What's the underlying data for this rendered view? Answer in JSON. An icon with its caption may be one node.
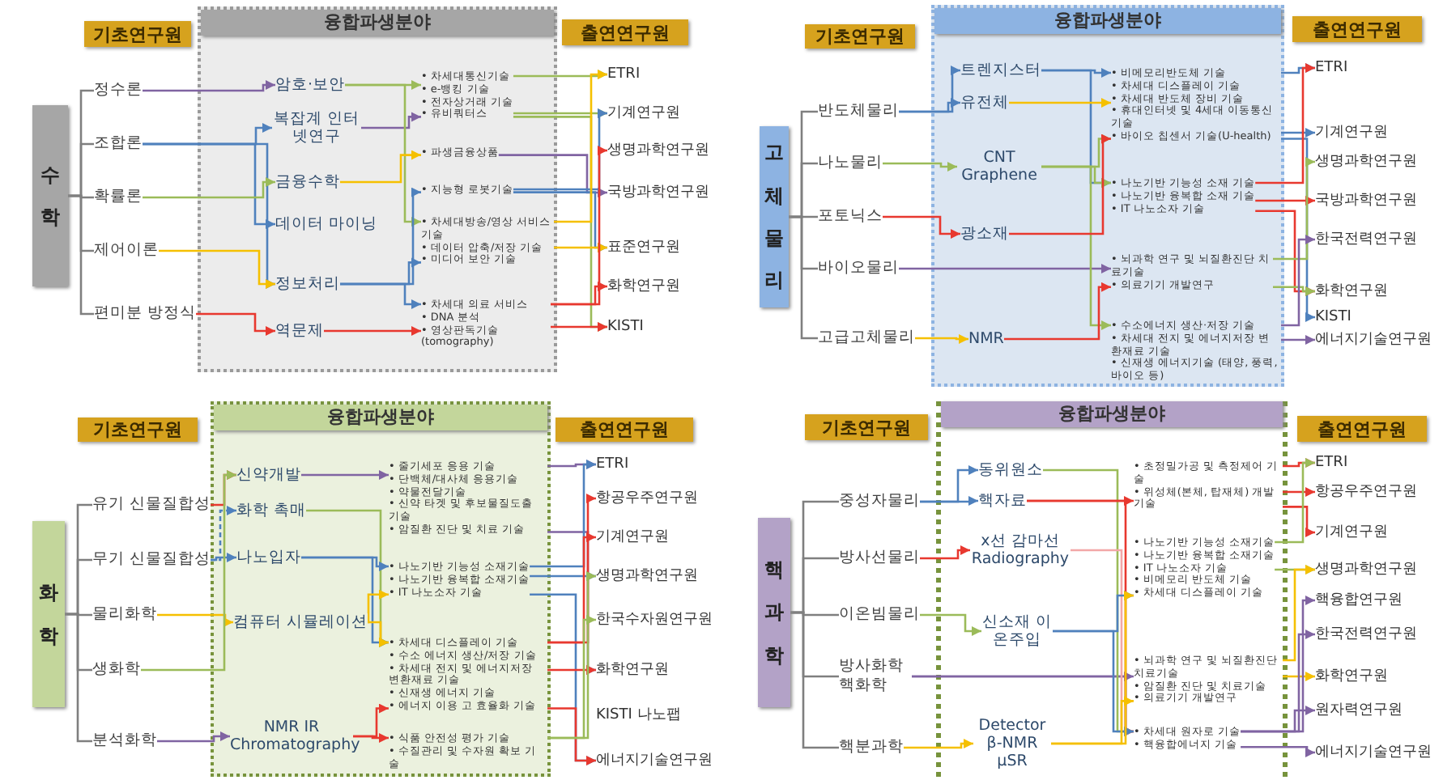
{
  "diagram": {
    "nodes": [
      {
        "text": [
          "기초연구원"
        ]
      },
      {
        "text": [
          "융합파생분야"
        ]
      },
      {
        "text": [
          "출연연구원"
        ]
      },
      {
        "text": [
          "수학"
        ]
      },
      {
        "text": [
          "정수론"
        ]
      },
      {
        "text": [
          "조합론"
        ]
      },
      {
        "text": [
          "확률론"
        ]
      },
      {
        "text": [
          "제어이론"
        ]
      },
      {
        "text": [
          "편미분 방정식"
        ]
      },
      {
        "text": [
          "암호·보안"
        ],
        "in": 1
      },
      {
        "text": [
          "복잡계 인터넷연구"
        ],
        "in": 1
      },
      {
        "text": [
          "금융수학"
        ],
        "in": 1
      },
      {
        "text": [
          "데이터 마이닝"
        ],
        "in": 1
      },
      {
        "text": [
          "정보처리"
        ],
        "in": 1
      },
      {
        "text": [
          "역문제"
        ],
        "in": 1
      },
      {
        "text": [
          "• 차세대통신기술",
          "• e-뱅킹 기술",
          "• 전자상거래 기술",
          "• 유비쿼터스"
        ],
        "in": 1
      },
      {
        "text": [
          "• 파생금융상품"
        ],
        "in": 1
      },
      {
        "text": [
          "• 지능형 로봇기술"
        ],
        "in": 1
      },
      {
        "text": [
          "• 차세대방송/영상 서비스 기술",
          "• 데이터 압축/저장 기술",
          "• 미디어 보안 기술"
        ],
        "in": 1
      },
      {
        "text": [
          "• 차세대 의료 서비스",
          "• DNA 분석",
          "• 영상판독기술 (tomography)"
        ],
        "in": 1
      },
      {
        "text": [
          "ETRI"
        ]
      },
      {
        "text": [
          "기계연구원"
        ]
      },
      {
        "text": [
          "생명과학연구원"
        ]
      },
      {
        "text": [
          "국방과학연구원"
        ]
      },
      {
        "text": [
          "표준연구원"
        ]
      },
      {
        "text": [
          "화학연구원"
        ]
      },
      {
        "text": [
          "KISTI"
        ]
      },
      {
        "text": [
          "기초연구원"
        ]
      },
      {
        "text": [
          "융합파생분야"
        ]
      },
      {
        "text": [
          "출연연구원"
        ]
      },
      {
        "text": [
          "고체물리"
        ]
      },
      {
        "text": [
          "반도체물리"
        ]
      },
      {
        "text": [
          "나노물리"
        ]
      },
      {
        "text": [
          "포토닉스"
        ]
      },
      {
        "text": [
          "바이오물리"
        ]
      },
      {
        "text": [
          "고급고체물리"
        ]
      },
      {
        "text": [
          "트렌지스터"
        ],
        "in": 28
      },
      {
        "text": [
          "유전체"
        ],
        "in": 28
      },
      {
        "text": [
          "CNT Graphene"
        ],
        "in": 28
      },
      {
        "text": [
          "광소재"
        ],
        "in": 28
      },
      {
        "text": [
          "NMR"
        ],
        "in": 28
      },
      {
        "text": [
          "• 비메모리반도체 기술",
          "• 차세대 디스플레이 기술",
          "• 차세대 반도체 장비 기술",
          "• 휴대인터넷 및 4세대 이동통신 기술",
          "• 바이오 칩센서 기술(U-health)"
        ],
        "in": 28
      },
      {
        "text": [
          "• 나노기반 기능성 소재 기술",
          "• 나노기반 융복합 소재 기술",
          "• IT 나노소자 기술"
        ],
        "in": 28
      },
      {
        "text": [
          "• 뇌과학 연구 및 뇌질환진단 치료기술",
          "• 의료기기 개발연구"
        ],
        "in": 28
      },
      {
        "text": [
          "• 수소에너지 생산·저장 기술",
          "• 차세대 전지 및 에너지저장 변환재료 기술",
          "• 신재생 에너지기술 (태양, 풍력, 바이오 등)"
        ],
        "in": 28
      },
      {
        "text": [
          "ETRI"
        ]
      },
      {
        "text": [
          "기계연구원"
        ]
      },
      {
        "text": [
          "생명과학연구원"
        ]
      },
      {
        "text": [
          "국방과학연구원"
        ]
      },
      {
        "text": [
          "한국전력연구원"
        ]
      },
      {
        "text": [
          "화학연구원"
        ]
      },
      {
        "text": [
          "KISTI"
        ]
      },
      {
        "text": [
          "에너지기술연구원"
        ]
      },
      {
        "text": [
          "기초연구원"
        ]
      },
      {
        "text": [
          "융합파생분야"
        ]
      },
      {
        "text": [
          "출연연구원"
        ]
      },
      {
        "text": [
          "화학"
        ]
      },
      {
        "text": [
          "유기 신물질합성"
        ]
      },
      {
        "text": [
          "무기 신물질합성"
        ]
      },
      {
        "text": [
          "물리화학"
        ]
      },
      {
        "text": [
          "생화학"
        ]
      },
      {
        "text": [
          "분석화학"
        ]
      },
      {
        "text": [
          "신약개발"
        ],
        "in": 54
      },
      {
        "text": [
          "화학 촉매"
        ],
        "in": 54
      },
      {
        "text": [
          "나노입자"
        ],
        "in": 54
      },
      {
        "text": [
          "컴퓨터 시뮬레이션"
        ],
        "in": 54
      },
      {
        "text": [
          "NMR IR Chromatography"
        ],
        "in": 54
      },
      {
        "text": [
          "• 줄기세포 응용 기술",
          "• 단백체/대사체 응용기술",
          "• 약물전달기술",
          "• 신약 타겟 및 후보물질도출 기술",
          "• 암질환 진단 및 치료 기술"
        ],
        "in": 54
      },
      {
        "text": [
          "• 나노기반 기능성 소재기술",
          "• 나노기반 융복합 소재기술",
          "• IT 나노소자 기술"
        ],
        "in": 54
      },
      {
        "text": [
          "• 차세대 디스플레이 기술",
          "• 수소 에너지 생산/저장 기술",
          "• 차세대 전지 및 에너지저장 변환재료 기술",
          "• 신재생 에너지 기술",
          "• 에너지 이용 고 효율화 기술"
        ],
        "in": 54
      },
      {
        "text": [
          "• 식품 안전성 평가 기술",
          "• 수질관리 및 수자원 확보 기술"
        ],
        "in": 54
      },
      {
        "text": [
          "ETRI"
        ]
      },
      {
        "text": [
          "항공우주연구원"
        ]
      },
      {
        "text": [
          "기계연구원"
        ]
      },
      {
        "text": [
          "생명과학연구원"
        ]
      },
      {
        "text": [
          "한국수자원연구원"
        ]
      },
      {
        "text": [
          "화학연구원"
        ]
      },
      {
        "text": [
          "KISTI 나노팹"
        ]
      },
      {
        "text": [
          "에너지기술연구원"
        ]
      },
      {
        "text": [
          "기초연구원"
        ]
      },
      {
        "text": [
          "융합파생분야"
        ]
      },
      {
        "text": [
          "출연연구원"
        ]
      },
      {
        "text": [
          "핵과학"
        ]
      },
      {
        "text": [
          "중성자물리"
        ]
      },
      {
        "text": [
          "방사선물리"
        ]
      },
      {
        "text": [
          "이온빔물리"
        ]
      },
      {
        "text": [
          "방사화학 핵화학"
        ]
      },
      {
        "text": [
          "핵분과학"
        ]
      },
      {
        "text": [
          "동위원소"
        ],
        "in": 80
      },
      {
        "text": [
          "핵자료"
        ],
        "in": 80
      },
      {
        "text": [
          "x선 감마선 Radiography"
        ],
        "in": 80
      },
      {
        "text": [
          "신소재 이온주입"
        ],
        "in": 80
      },
      {
        "text": [
          "Detector β-NMR μSR"
        ],
        "in": 80
      },
      {
        "text": [
          "• 초정밀가공 및 측정제어 기술",
          "• 위성체(본체, 탑재체) 개발기술"
        ],
        "in": 80
      },
      {
        "text": [
          "• 나노기반 기능성 소재기술",
          "• 나노기반 융복합 소재기술",
          "• IT 나노소자 기술",
          "• 비메모리 반도체 기술",
          "• 차세대 디스플레이 기술"
        ],
        "in": 80
      },
      {
        "text": [
          "• 뇌과학 연구 및 뇌질환진단 치료기술",
          "• 암질환 진단 및 치료기술",
          "• 의료기기 개발연구"
        ],
        "in": 80
      },
      {
        "text": [
          "• 차세대 원자로 기술",
          "• 핵융합에너지 기술"
        ],
        "in": 80
      },
      {
        "text": [
          "ETRI"
        ]
      },
      {
        "text": [
          "항공우주연구원"
        ]
      },
      {
        "text": [
          "기계연구원"
        ]
      },
      {
        "text": [
          "생명과학연구원"
        ]
      },
      {
        "text": [
          "핵융합연구원"
        ]
      },
      {
        "text": [
          "한국전력연구원"
        ]
      },
      {
        "text": [
          "화학연구원"
        ]
      },
      {
        "text": [
          "원자력연구원"
        ]
      },
      {
        "text": [
          "에너지기술연구원"
        ]
      }
    ],
    "edges": [
      {
        "from": 3,
        "to": 4,
        "arrow": "none"
      },
      {
        "from": 3,
        "to": 5,
        "arrow": "none"
      },
      {
        "from": 3,
        "to": 6,
        "arrow": "none"
      },
      {
        "from": 3,
        "to": 7,
        "arrow": "none"
      },
      {
        "from": 3,
        "to": 8,
        "arrow": "none"
      },
      {
        "from": 4,
        "to": 9,
        "arrow": "to",
        "color": "#8064a2"
      },
      {
        "from": 5,
        "to": 10,
        "arrow": "to",
        "color": "#4f81bd"
      },
      {
        "from": 5,
        "to": 12,
        "arrow": "to",
        "color": "#4f81bd"
      },
      {
        "from": 5,
        "to": 13,
        "arrow": "to",
        "color": "#4f81bd"
      },
      {
        "from": 6,
        "to": 11,
        "arrow": "to",
        "color": "#9bbb59"
      },
      {
        "from": 7,
        "to": 13,
        "arrow": "to",
        "color": "#f5c000"
      },
      {
        "from": 8,
        "to": 14,
        "arrow": "to",
        "color": "#e8382f"
      },
      {
        "from": 9,
        "to": 15,
        "arrow": "to",
        "color": "#9bbb59"
      },
      {
        "from": 10,
        "to": 15,
        "arrow": "to",
        "color": "#8064a2"
      },
      {
        "from": 9,
        "to": 18,
        "arrow": "to",
        "color": "#9bbb59"
      },
      {
        "from": 11,
        "to": 16,
        "arrow": "to",
        "color": "#f5c000"
      },
      {
        "from": 13,
        "to": 17,
        "arrow": "to",
        "color": "#4f81bd"
      },
      {
        "from": 13,
        "to": 18,
        "arrow": "to",
        "color": "#4f81bd"
      },
      {
        "from": 13,
        "to": 19,
        "arrow": "to",
        "color": "#4f81bd"
      },
      {
        "from": 14,
        "to": 19,
        "arrow": "to",
        "color": "#e8382f"
      },
      {
        "from": 15,
        "to": 20,
        "arrow": "to",
        "color": "#9bbb59"
      },
      {
        "from": 15,
        "to": 21,
        "arrow": "to",
        "color": "#9bbb59"
      },
      {
        "from": 15,
        "to": 26,
        "arrow": "to",
        "color": "#9bbb59"
      },
      {
        "from": 16,
        "to": 23,
        "arrow": "to",
        "color": "#8064a2"
      },
      {
        "from": 17,
        "to": 21,
        "arrow": "to",
        "color": "#4f81bd"
      },
      {
        "from": 17,
        "to": 24,
        "arrow": "to",
        "color": "#4f81bd"
      },
      {
        "from": 18,
        "to": 20,
        "arrow": "to",
        "color": "#f5c000"
      },
      {
        "from": 18,
        "to": 24,
        "arrow": "to",
        "color": "#f5c000"
      },
      {
        "from": 19,
        "to": 22,
        "arrow": "to",
        "color": "#e8382f"
      },
      {
        "from": 19,
        "to": 25,
        "arrow": "to",
        "color": "#e8382f"
      },
      {
        "from": 19,
        "to": 26,
        "arrow": "to",
        "color": "#e8382f"
      },
      {
        "from": 30,
        "to": 31,
        "arrow": "none"
      },
      {
        "from": 30,
        "to": 32,
        "arrow": "none"
      },
      {
        "from": 30,
        "to": 33,
        "arrow": "none"
      },
      {
        "from": 30,
        "to": 34,
        "arrow": "none"
      },
      {
        "from": 30,
        "to": 35,
        "arrow": "none"
      },
      {
        "from": 31,
        "to": 36,
        "arrow": "to",
        "color": "#4f81bd"
      },
      {
        "from": 31,
        "to": 37,
        "arrow": "to",
        "color": "#4f81bd"
      },
      {
        "from": 32,
        "to": 38,
        "arrow": "to",
        "color": "#9bbb59"
      },
      {
        "from": 33,
        "to": 39,
        "arrow": "to",
        "color": "#e8382f"
      },
      {
        "from": 34,
        "to": 43,
        "arrow": "to",
        "color": "#8064a2"
      },
      {
        "from": 35,
        "to": 40,
        "arrow": "to",
        "color": "#f5c000"
      },
      {
        "from": 36,
        "to": 41,
        "arrow": "to",
        "color": "#4f81bd"
      },
      {
        "from": 36,
        "to": 42,
        "arrow": "to",
        "color": "#4f81bd"
      },
      {
        "from": 37,
        "to": 41,
        "arrow": "to",
        "color": "#f5c000"
      },
      {
        "from": 38,
        "to": 41,
        "arrow": "to",
        "color": "#9bbb59"
      },
      {
        "from": 38,
        "to": 42,
        "arrow": "to",
        "color": "#9bbb59"
      },
      {
        "from": 38,
        "to": 44,
        "arrow": "to",
        "color": "#9bbb59"
      },
      {
        "from": 39,
        "to": 41,
        "arrow": "to",
        "color": "#e8382f"
      },
      {
        "from": 40,
        "to": 43,
        "arrow": "to",
        "color": "#e8382f"
      },
      {
        "from": 41,
        "to": 45,
        "arrow": "to",
        "color": "#4f81bd"
      },
      {
        "from": 41,
        "to": 46,
        "arrow": "to",
        "color": "#4f81bd"
      },
      {
        "from": 41,
        "to": 51,
        "arrow": "to",
        "color": "#4f81bd"
      },
      {
        "from": 42,
        "to": 45,
        "arrow": "to",
        "color": "#e8382f"
      },
      {
        "from": 42,
        "to": 48,
        "arrow": "to",
        "color": "#e8382f"
      },
      {
        "from": 42,
        "to": 50,
        "arrow": "to",
        "color": "#e8382f"
      },
      {
        "from": 43,
        "to": 47,
        "arrow": "to",
        "color": "#9bbb59"
      },
      {
        "from": 43,
        "to": 50,
        "arrow": "to",
        "color": "#9bbb59"
      },
      {
        "from": 44,
        "to": 49,
        "arrow": "to",
        "color": "#8064a2"
      },
      {
        "from": 44,
        "to": 52,
        "arrow": "to",
        "color": "#8064a2"
      },
      {
        "from": 56,
        "to": 57,
        "arrow": "none"
      },
      {
        "from": 56,
        "to": 58,
        "arrow": "none"
      },
      {
        "from": 56,
        "to": 59,
        "arrow": "none"
      },
      {
        "from": 56,
        "to": 60,
        "arrow": "none"
      },
      {
        "from": 56,
        "to": 61,
        "arrow": "none"
      },
      {
        "from": 57,
        "to": 62,
        "arrow": "to",
        "color": "#e8382f"
      },
      {
        "from": 58,
        "to": 63,
        "arrow": "to",
        "color": "#4f81bd",
        "style": "dashed"
      },
      {
        "from": 58,
        "to": 64,
        "arrow": "to",
        "color": "#4f81bd"
      },
      {
        "from": 59,
        "to": 65,
        "arrow": "to",
        "color": "#f5c000"
      },
      {
        "from": 60,
        "to": 62,
        "arrow": "to",
        "color": "#9bbb59"
      },
      {
        "from": 61,
        "to": 66,
        "arrow": "to",
        "color": "#8064a2"
      },
      {
        "from": 62,
        "to": 67,
        "arrow": "to",
        "color": "#8064a2"
      },
      {
        "from": 63,
        "to": 69,
        "arrow": "to",
        "color": "#9bbb59"
      },
      {
        "from": 64,
        "to": 68,
        "arrow": "to",
        "color": "#4f81bd"
      },
      {
        "from": 64,
        "to": 69,
        "arrow": "to",
        "color": "#4f81bd"
      },
      {
        "from": 65,
        "to": 68,
        "arrow": "to",
        "color": "#f5c000"
      },
      {
        "from": 65,
        "to": 69,
        "arrow": "to",
        "color": "#f5c000"
      },
      {
        "from": 66,
        "to": 69,
        "arrow": "to",
        "color": "#e8382f"
      },
      {
        "from": 66,
        "to": 70,
        "arrow": "to",
        "color": "#e8382f"
      },
      {
        "from": 67,
        "to": 71,
        "arrow": "to",
        "color": "#8064a2"
      },
      {
        "from": 67,
        "to": 76,
        "arrow": "to",
        "color": "#8064a2"
      },
      {
        "from": 68,
        "to": 71,
        "arrow": "to",
        "color": "#4f81bd"
      },
      {
        "from": 68,
        "to": 74,
        "arrow": "to",
        "color": "#4f81bd"
      },
      {
        "from": 68,
        "to": 78,
        "arrow": "to",
        "color": "#4f81bd"
      },
      {
        "from": 69,
        "to": 72,
        "arrow": "to",
        "color": "#e8382f"
      },
      {
        "from": 69,
        "to": 73,
        "arrow": "to",
        "color": "#e8382f"
      },
      {
        "from": 69,
        "to": 76,
        "arrow": "to",
        "color": "#e8382f"
      },
      {
        "from": 69,
        "to": 78,
        "arrow": "to",
        "color": "#e8382f"
      },
      {
        "from": 70,
        "to": 74,
        "arrow": "to",
        "color": "#9bbb59"
      },
      {
        "from": 70,
        "to": 75,
        "arrow": "to",
        "color": "#9bbb59"
      },
      {
        "from": 82,
        "to": 83,
        "arrow": "none"
      },
      {
        "from": 82,
        "to": 84,
        "arrow": "none"
      },
      {
        "from": 82,
        "to": 85,
        "arrow": "none"
      },
      {
        "from": 82,
        "to": 86,
        "arrow": "none"
      },
      {
        "from": 82,
        "to": 87,
        "arrow": "none"
      },
      {
        "from": 83,
        "to": 88,
        "arrow": "to",
        "color": "#4f81bd"
      },
      {
        "from": 83,
        "to": 89,
        "arrow": "to",
        "color": "#4f81bd"
      },
      {
        "from": 84,
        "to": 90,
        "arrow": "to",
        "color": "#e8382f"
      },
      {
        "from": 85,
        "to": 91,
        "arrow": "to",
        "color": "#9bbb59"
      },
      {
        "from": 86,
        "to": 95,
        "arrow": "to",
        "color": "#8064a2"
      },
      {
        "from": 86,
        "to": 96,
        "arrow": "to",
        "color": "#8064a2"
      },
      {
        "from": 87,
        "to": 92,
        "arrow": "to",
        "color": "#f5c000"
      },
      {
        "from": 88,
        "to": 96,
        "arrow": "to",
        "color": "#9bbb59"
      },
      {
        "from": 89,
        "to": 93,
        "arrow": "to",
        "color": "#e8382f"
      },
      {
        "from": 89,
        "to": 96,
        "arrow": "to",
        "color": "#e8382f"
      },
      {
        "from": 90,
        "to": 96,
        "arrow": "to",
        "color": "#f2a7a7"
      },
      {
        "from": 91,
        "to": 94,
        "arrow": "to",
        "color": "#4f81bd"
      },
      {
        "from": 91,
        "to": 96,
        "arrow": "to",
        "color": "#4f81bd"
      },
      {
        "from": 92,
        "to": 94,
        "arrow": "to",
        "color": "#f5c000"
      },
      {
        "from": 92,
        "to": 95,
        "arrow": "to",
        "color": "#f5c000"
      },
      {
        "from": 93,
        "to": 97,
        "arrow": "to",
        "color": "#e8382f"
      },
      {
        "from": 93,
        "to": 98,
        "arrow": "to",
        "color": "#e8382f"
      },
      {
        "from": 93,
        "to": 99,
        "arrow": "to",
        "color": "#e8382f"
      },
      {
        "from": 94,
        "to": 97,
        "arrow": "to",
        "color": "#9bbb59"
      },
      {
        "from": 94,
        "to": 100,
        "arrow": "to",
        "color": "#9bbb59"
      },
      {
        "from": 95,
        "to": 100,
        "arrow": "to",
        "color": "#f5c000"
      },
      {
        "from": 95,
        "to": 103,
        "arrow": "to",
        "color": "#f5c000"
      },
      {
        "from": 96,
        "to": 101,
        "arrow": "to",
        "color": "#8064a2"
      },
      {
        "from": 96,
        "to": 102,
        "arrow": "to",
        "color": "#8064a2"
      },
      {
        "from": 96,
        "to": 104,
        "arrow": "to",
        "color": "#8064a2"
      },
      {
        "from": 96,
        "to": 105,
        "arrow": "to",
        "color": "#8064a2"
      }
    ]
  }
}
